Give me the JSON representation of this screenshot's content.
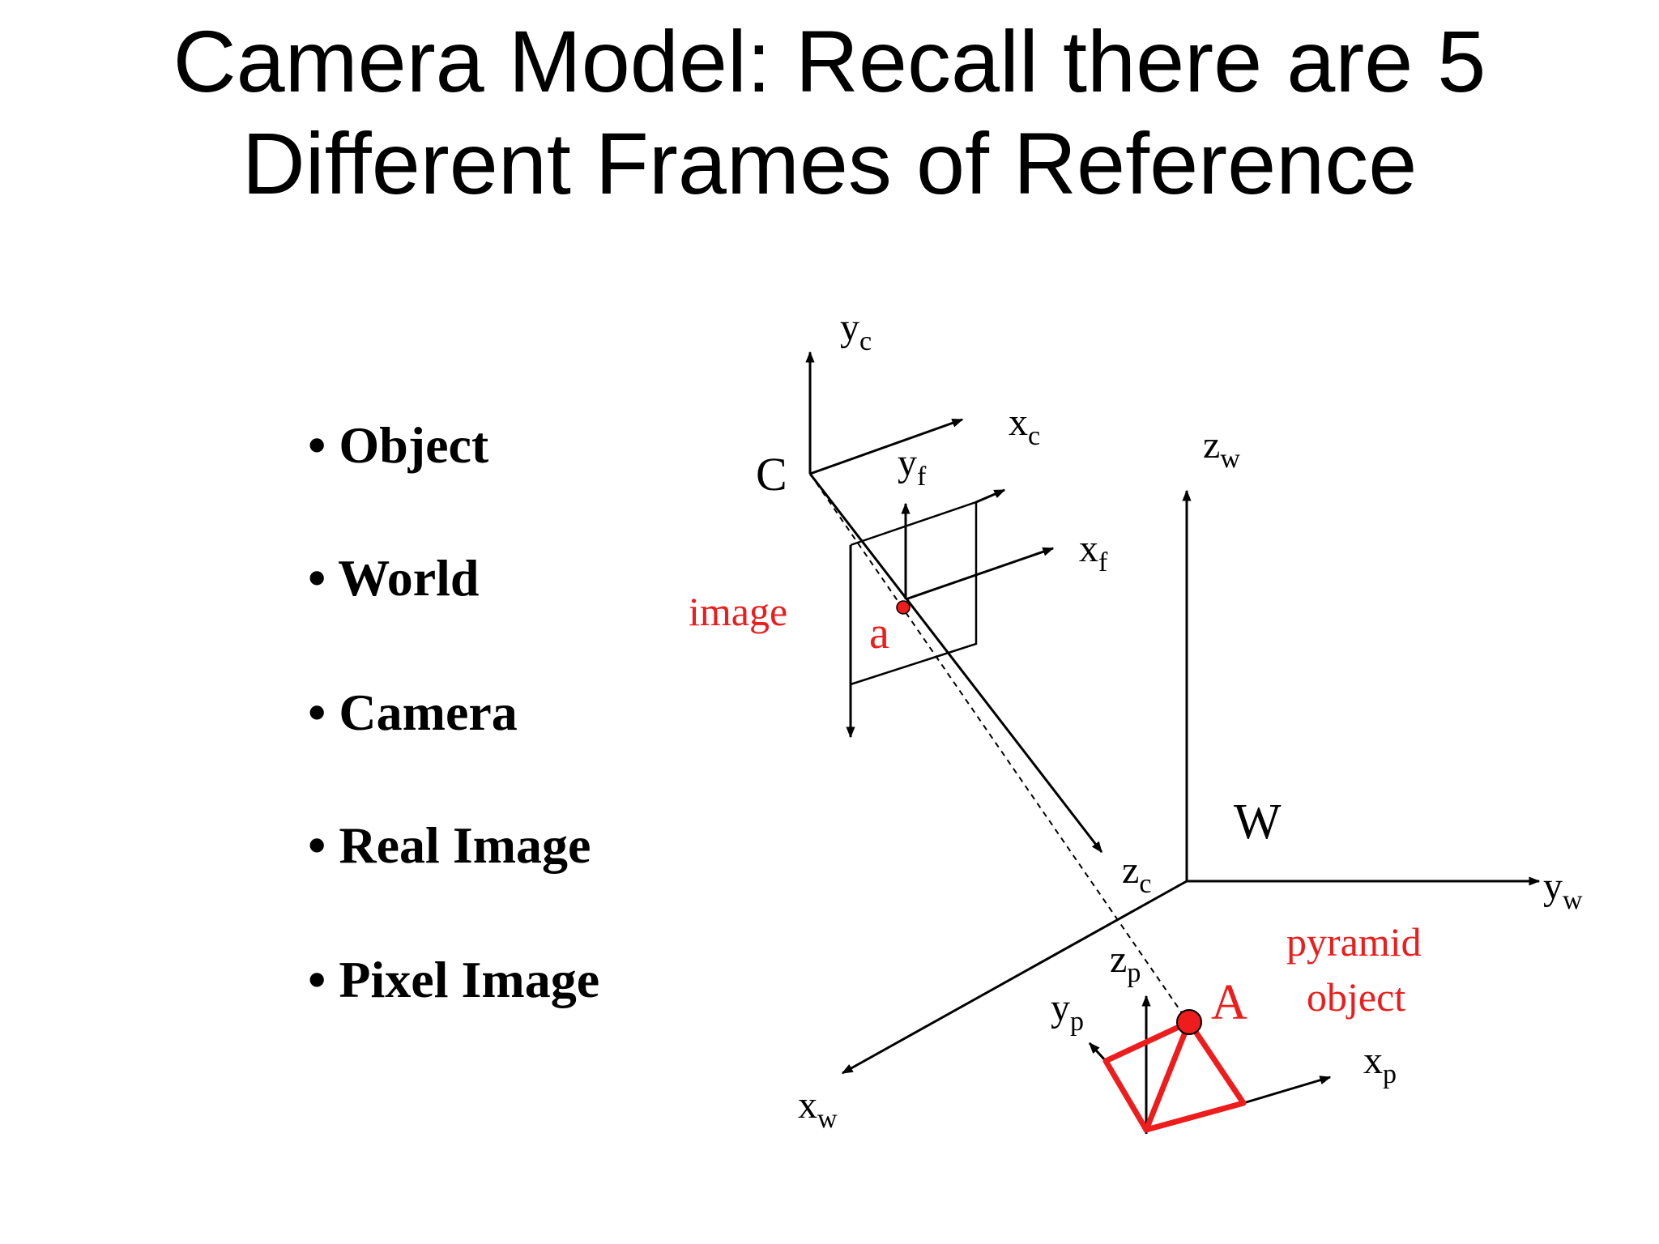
{
  "title": {
    "line1": "Camera Model:  Recall there are 5",
    "line2": "Different Frames of Reference"
  },
  "bullets": [
    {
      "marker": "•",
      "label": "Object"
    },
    {
      "marker": "•",
      "label": "World"
    },
    {
      "marker": "•",
      "label": "Camera"
    },
    {
      "marker": "•",
      "label": "Real Image"
    },
    {
      "marker": "•",
      "label": "Pixel Image"
    }
  ],
  "diagram": {
    "camera_center": "C",
    "world_origin": "W",
    "point_image": "a",
    "point_object": "A",
    "image_label": "image",
    "object_label_1": "pyramid",
    "object_label_2": "object",
    "axes": {
      "yc": {
        "base": "y",
        "sub": "c"
      },
      "xc": {
        "base": "x",
        "sub": "c"
      },
      "zc": {
        "base": "z",
        "sub": "c"
      },
      "yf": {
        "base": "y",
        "sub": "f"
      },
      "xf": {
        "base": "x",
        "sub": "f"
      },
      "zw": {
        "base": "z",
        "sub": "w"
      },
      "yw": {
        "base": "y",
        "sub": "w"
      },
      "xw": {
        "base": "x",
        "sub": "w"
      },
      "zp": {
        "base": "z",
        "sub": "p"
      },
      "yp": {
        "base": "y",
        "sub": "p"
      },
      "xp": {
        "base": "x",
        "sub": "p"
      }
    },
    "colors": {
      "black": "#000000",
      "red": "#ee1c1c"
    }
  }
}
